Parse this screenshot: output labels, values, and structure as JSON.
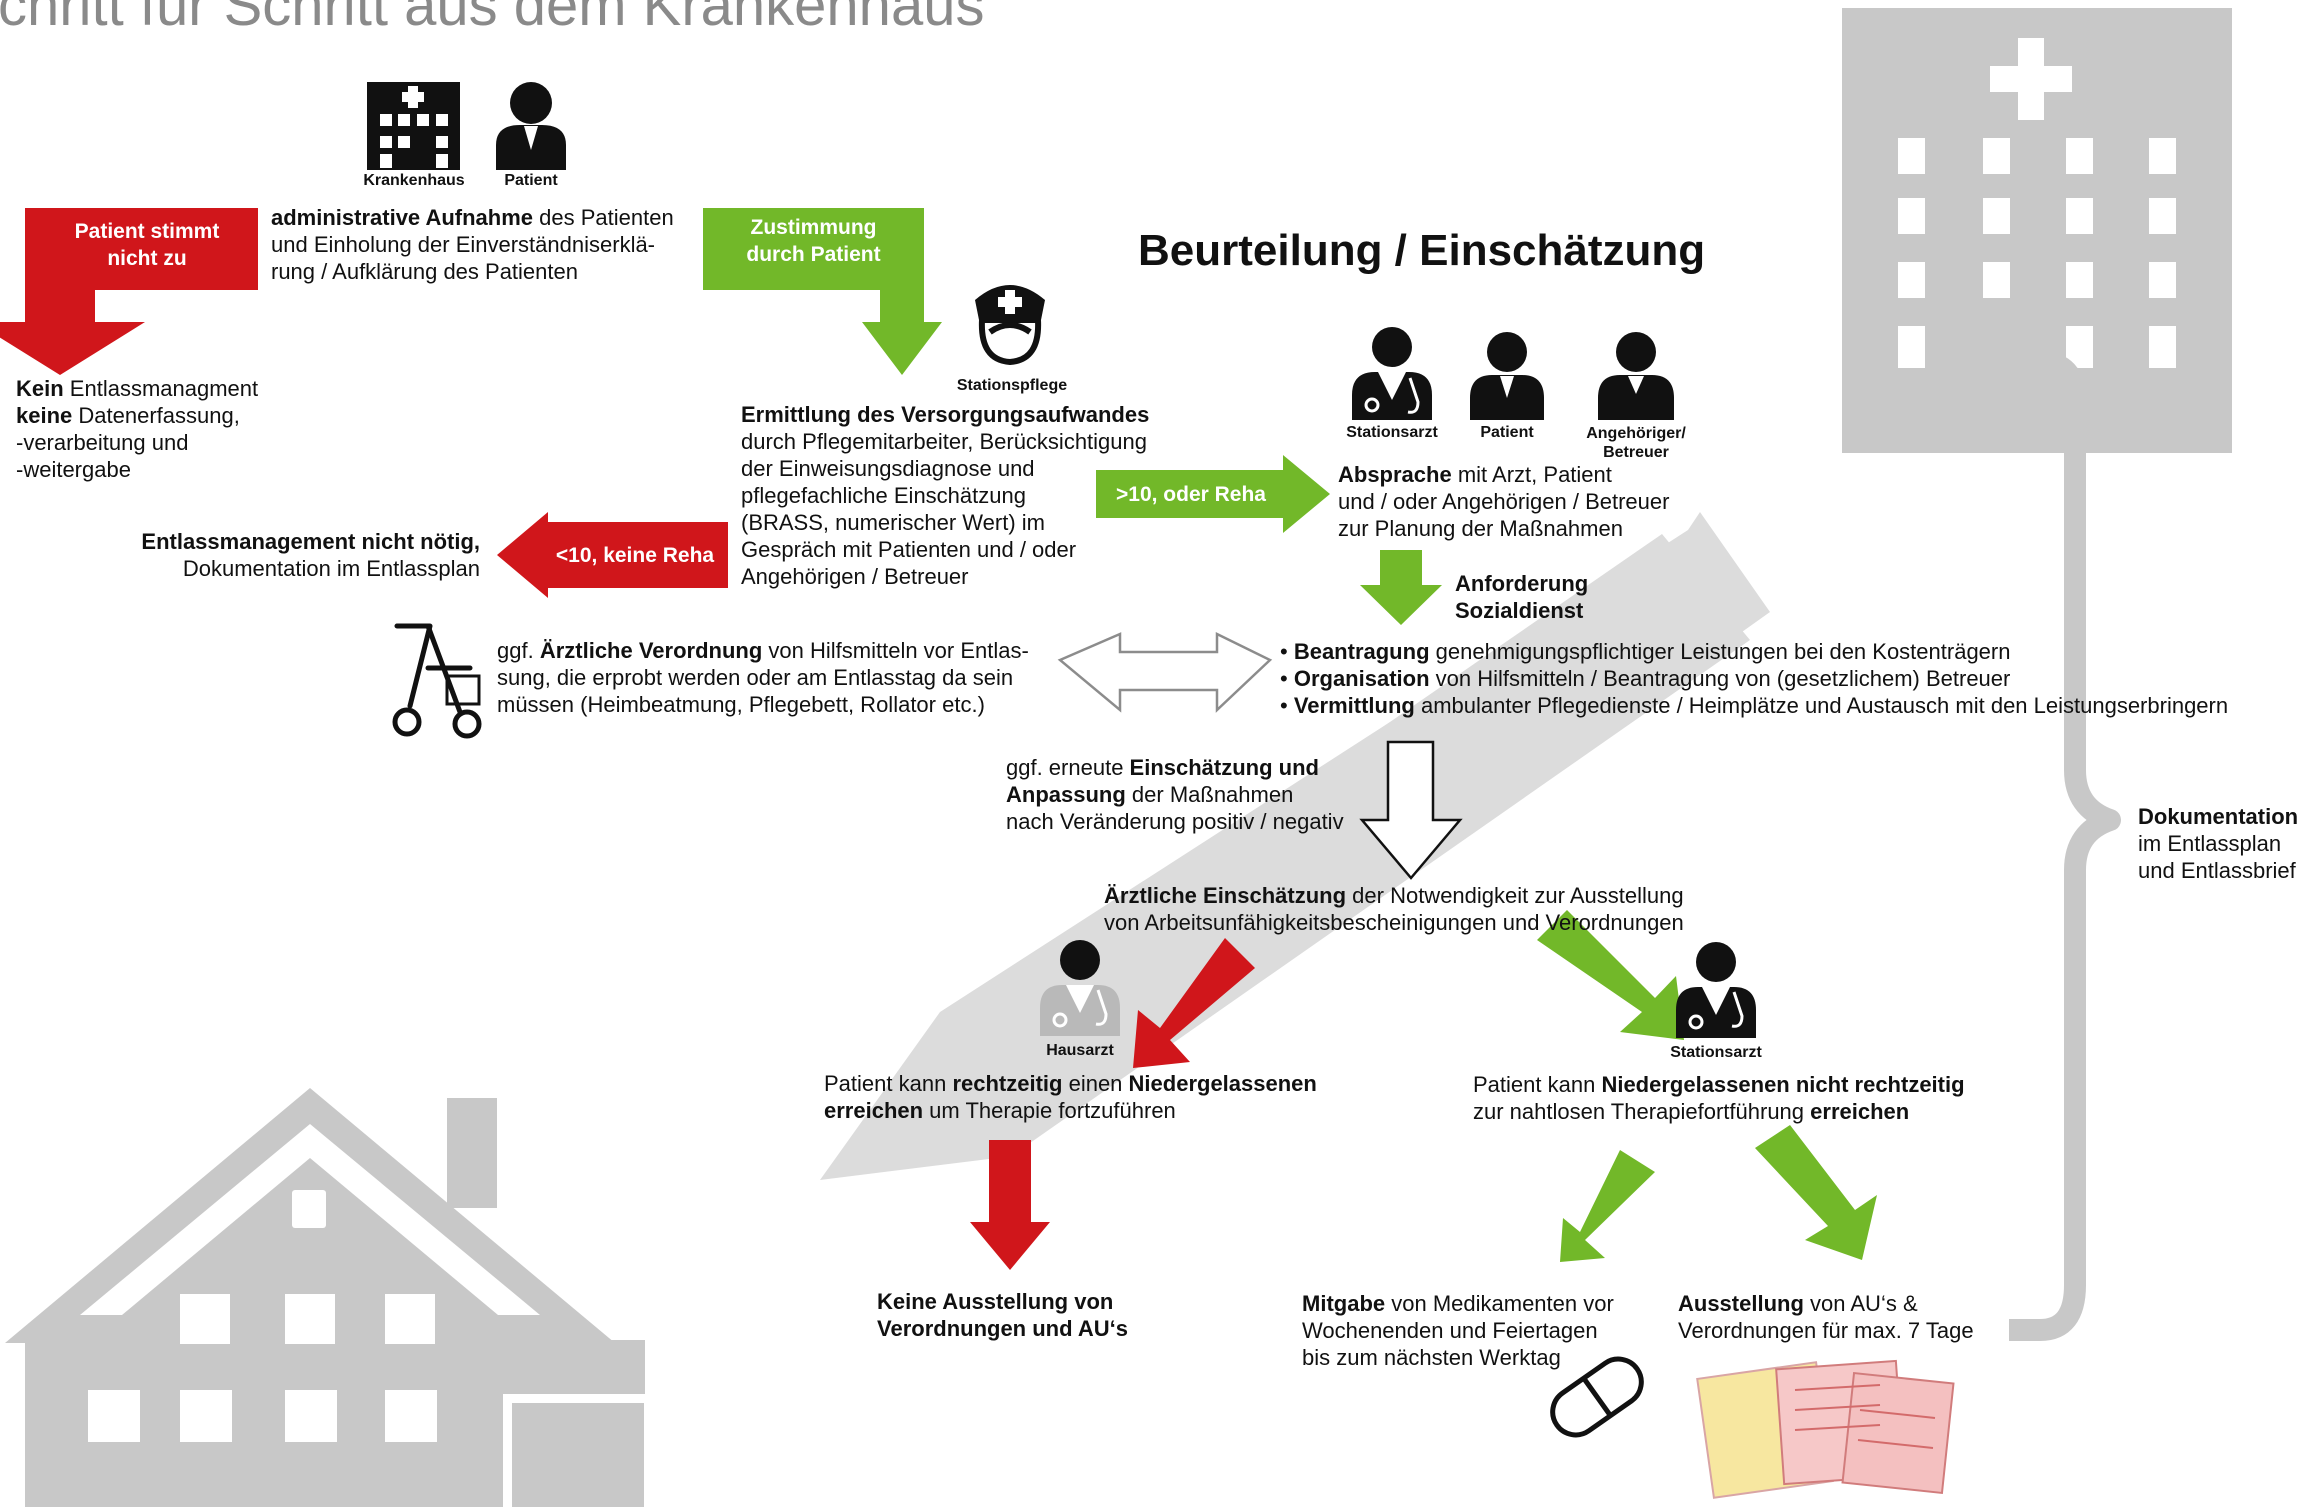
{
  "title": "chritt für Schritt aus dem Krankenhaus",
  "heading": "Beurteilung / Einschätzung",
  "colors": {
    "red": "#d0161b",
    "green": "#72b829",
    "gray_shape": "#c8c8c8",
    "light_gray": "#dddddd",
    "text": "#111111"
  },
  "icons": {
    "hospital_top": {
      "label": "Krankenhaus"
    },
    "patient_top": {
      "label": "Patient"
    },
    "nurse": {
      "label": "Stationspflege"
    },
    "doctor_ward": {
      "label": "Stationsarzt"
    },
    "patient_mid": {
      "label": "Patient"
    },
    "relative": {
      "label_line1": "Angehöriger/",
      "label_line2": "Betreuer"
    },
    "gp": {
      "label": "Hausarzt"
    },
    "doctor_ward_2": {
      "label": "Stationsarzt"
    }
  },
  "arrows": {
    "refuse": {
      "line1": "Patient stimmt",
      "line2": "nicht zu"
    },
    "consent": {
      "line1": "Zustimmung",
      "line2": "durch Patient"
    },
    "low_score": {
      "label": "<10, keine Reha"
    },
    "high_score": {
      "label": ">10, oder Reha"
    }
  },
  "blocks": {
    "admission": {
      "l1_bold": "administrative Aufnahme",
      "l1_rest": " des Patienten",
      "l2": "und Einholung der Einverständniserklä-",
      "l3": "rung / Aufklärung des Patienten"
    },
    "no_discharge": {
      "l1_bold": "Kein",
      "l1_rest": " Entlassmanagment",
      "l2_bold": "keine",
      "l2_rest": " Datenerfassung,",
      "l3": "-verarbeitung und",
      "l4": "-weitergabe"
    },
    "care_effort": {
      "l1_bold": "Ermittlung des Versorgungsaufwandes",
      "l2": "durch Pflegemitarbeiter, Berücksichtigung",
      "l3": "der Einweisungsdiagnose und",
      "l4": "pflegefachliche Einschätzung",
      "l5": "(BRASS, numerischer Wert) im",
      "l6": "Gespräch mit Patienten und / oder",
      "l7": "Angehörigen / Betreuer"
    },
    "not_needed": {
      "l1_bold": "Entlassmanagement nicht nötig,",
      "l2": "Dokumentation im Entlassplan"
    },
    "agreement": {
      "l1_bold": "Absprache",
      "l1_rest": " mit Arzt, Patient",
      "l2": "und / oder Angehörigen / Betreuer",
      "l3": "zur Planung der Maßnahmen"
    },
    "social_service": {
      "l1": "Anforderung",
      "l2": "Sozialdienst"
    },
    "aids": {
      "l1_pre": "ggf. ",
      "l1_bold": "Ärztliche Verordnung",
      "l1_rest": " von Hilfsmitteln vor Entlas-",
      "l2": "sung, die erprobt werden oder am Entlasstag da sein",
      "l3": "müssen (Heimbeatmung, Pflegebett, Rollator etc.)"
    },
    "bullets": [
      {
        "bold": "Beantragung",
        "rest": " genehmigungspflichtiger Leistungen bei den Kostenträgern"
      },
      {
        "bold": "Organisation",
        "rest": " von Hilfsmitteln / Beantragung von (gesetzlichem) Betreuer"
      },
      {
        "bold": "Vermittlung",
        "rest": " ambulanter Pflegedienste / Heimplätze und Austausch mit den Leistungserbringern"
      }
    ],
    "reassess": {
      "l1_pre": "ggf. erneute ",
      "l1_bold": "Einschätzung und",
      "l2_bold": "Anpassung",
      "l2_rest": " der Maßnahmen",
      "l3": "nach Veränderung positiv / negativ"
    },
    "medical_assessment": {
      "l1_bold": "Ärztliche Einschätzung",
      "l1_rest": " der Notwendigkeit zur Ausstellung",
      "l2": "von Arbeitsunfähigkeitsbescheinigungen und Verordnungen"
    },
    "reach_in_time": {
      "l1_pre": "Patient kann ",
      "l1_bold": "rechtzeitig",
      "l1_mid": " einen ",
      "l1_bold2": "Niedergelassenen",
      "l2_bold": "erreichen",
      "l2_rest": " um Therapie fortzuführen"
    },
    "not_in_time": {
      "l1_pre": "Patient kann ",
      "l1_bold": "Niedergelassenen nicht rechtzeitig",
      "l2_pre": "zur nahtlosen Therapiefortführung ",
      "l2_bold": "erreichen"
    },
    "no_issue": {
      "l1": "Keine Ausstellung von",
      "l2": "Verordnungen und AU‘s"
    },
    "medication": {
      "l1_bold": "Mitgabe",
      "l1_rest": " von Medikamenten vor",
      "l2": "Wochenenden und Feiertagen",
      "l3": "bis zum nächsten Werktag"
    },
    "issue": {
      "l1_bold": "Ausstellung",
      "l1_rest": " von AU‘s &",
      "l2": "Verordnungen für max. 7 Tage"
    },
    "documentation": {
      "l1_bold": "Dokumentation",
      "l2": "im Entlassplan",
      "l3": "und Entlassbrief"
    }
  }
}
